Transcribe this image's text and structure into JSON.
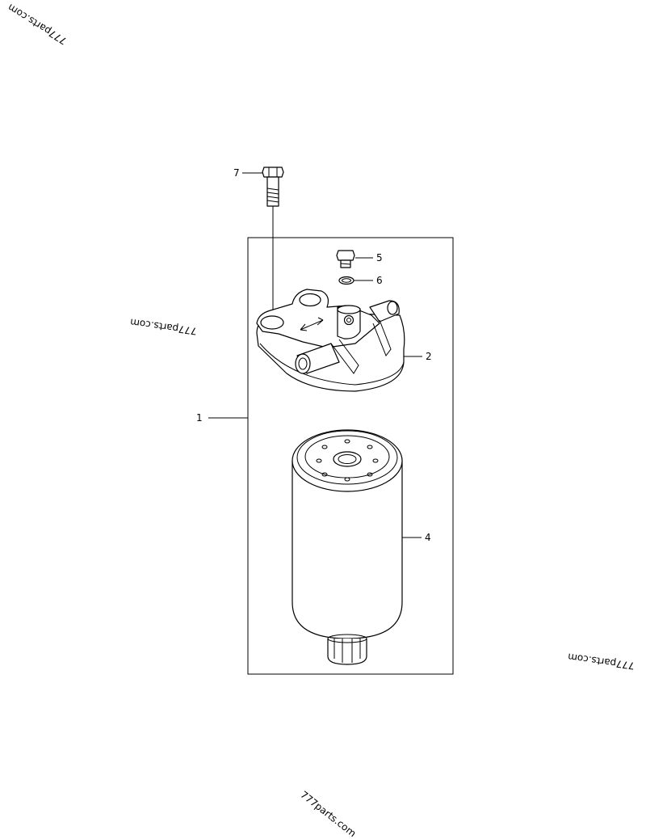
{
  "callouts": {
    "c1": "1",
    "c2": "2",
    "c4": "4",
    "c5": "5",
    "c6": "6",
    "c7": "7"
  },
  "watermarks": [
    "777parts.com",
    "777parts.com",
    "777parts.com",
    "777parts.com"
  ]
}
